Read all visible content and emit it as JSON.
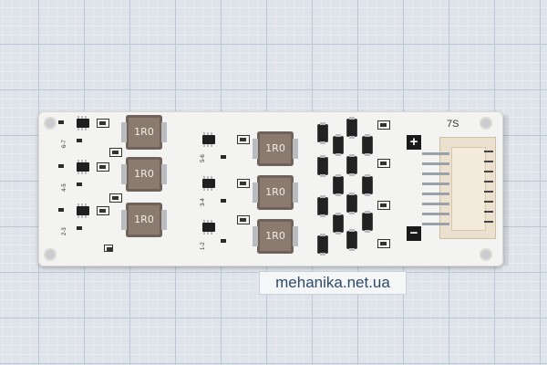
{
  "photo": {
    "subject": "",
    "background": "graph paper"
  },
  "board": {
    "cell_count_label": "7S",
    "inductor_marking": "1R0",
    "plus_symbol": "+",
    "minus_symbol": "−",
    "silk_labels": [
      "6-7",
      "4-5",
      "2-3",
      "5-6",
      "3-4",
      "1-2"
    ]
  },
  "watermark": {
    "text": "mehanika.net.ua"
  }
}
